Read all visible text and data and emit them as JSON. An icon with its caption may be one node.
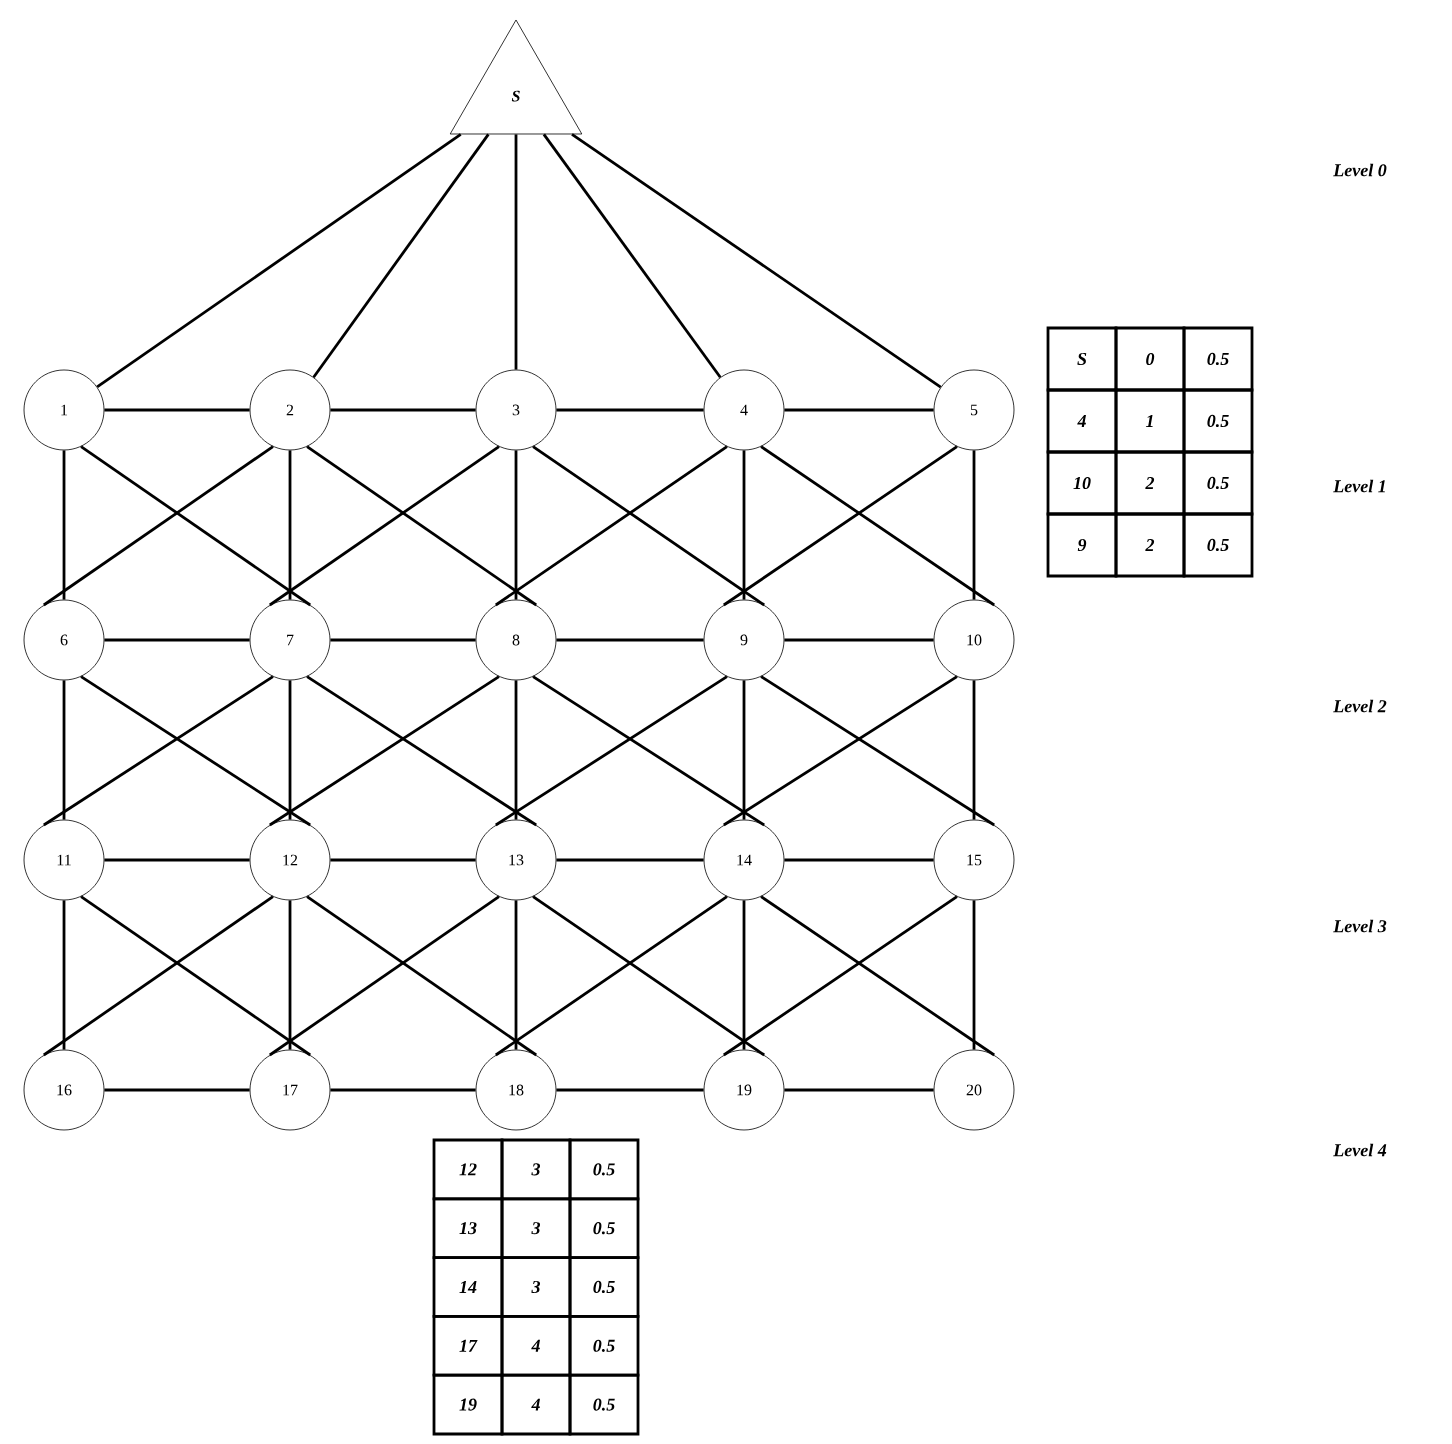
{
  "diagram": {
    "nodes": [
      {
        "text": [
          "S"
        ]
      },
      {
        "text": [
          "1"
        ]
      },
      {
        "text": [
          "2"
        ]
      },
      {
        "text": [
          "3"
        ]
      },
      {
        "text": [
          "4"
        ]
      },
      {
        "text": [
          "5"
        ]
      },
      {
        "text": [
          "6"
        ]
      },
      {
        "text": [
          "7"
        ]
      },
      {
        "text": [
          "8"
        ]
      },
      {
        "text": [
          "9"
        ]
      },
      {
        "text": [
          "10"
        ]
      },
      {
        "text": [
          "11"
        ]
      },
      {
        "text": [
          "12"
        ]
      },
      {
        "text": [
          "13"
        ]
      },
      {
        "text": [
          "14"
        ]
      },
      {
        "text": [
          "15"
        ]
      },
      {
        "text": [
          "16"
        ]
      },
      {
        "text": [
          "17"
        ]
      },
      {
        "text": [
          "18"
        ]
      },
      {
        "text": [
          "19"
        ]
      },
      {
        "text": [
          "20"
        ]
      }
    ],
    "edges": [
      {
        "from": 0,
        "to": 1,
        "arrow": "none"
      },
      {
        "from": 0,
        "to": 2,
        "arrow": "none"
      },
      {
        "from": 0,
        "to": 3,
        "arrow": "none"
      },
      {
        "from": 0,
        "to": 4,
        "arrow": "none"
      },
      {
        "from": 0,
        "to": 5,
        "arrow": "none"
      },
      {
        "from": 1,
        "to": 2,
        "arrow": "none"
      },
      {
        "from": 2,
        "to": 3,
        "arrow": "none"
      },
      {
        "from": 3,
        "to": 4,
        "arrow": "none"
      },
      {
        "from": 4,
        "to": 5,
        "arrow": "none"
      },
      {
        "from": 1,
        "to": 6,
        "arrow": "none"
      },
      {
        "from": 1,
        "to": 7,
        "arrow": "none"
      },
      {
        "from": 2,
        "to": 6,
        "arrow": "none"
      },
      {
        "from": 2,
        "to": 7,
        "arrow": "none"
      },
      {
        "from": 2,
        "to": 8,
        "arrow": "none"
      },
      {
        "from": 3,
        "to": 7,
        "arrow": "none"
      },
      {
        "from": 3,
        "to": 8,
        "arrow": "none"
      },
      {
        "from": 3,
        "to": 9,
        "arrow": "none"
      },
      {
        "from": 4,
        "to": 8,
        "arrow": "none"
      },
      {
        "from": 4,
        "to": 9,
        "arrow": "none"
      },
      {
        "from": 4,
        "to": 10,
        "arrow": "none"
      },
      {
        "from": 5,
        "to": 9,
        "arrow": "none"
      },
      {
        "from": 5,
        "to": 10,
        "arrow": "none"
      },
      {
        "from": 6,
        "to": 7,
        "arrow": "none"
      },
      {
        "from": 7,
        "to": 8,
        "arrow": "none"
      },
      {
        "from": 8,
        "to": 9,
        "arrow": "none"
      },
      {
        "from": 9,
        "to": 10,
        "arrow": "none"
      },
      {
        "from": 6,
        "to": 11,
        "arrow": "none"
      },
      {
        "from": 6,
        "to": 12,
        "arrow": "none"
      },
      {
        "from": 7,
        "to": 11,
        "arrow": "none"
      },
      {
        "from": 7,
        "to": 12,
        "arrow": "none"
      },
      {
        "from": 7,
        "to": 13,
        "arrow": "none"
      },
      {
        "from": 8,
        "to": 12,
        "arrow": "none"
      },
      {
        "from": 8,
        "to": 13,
        "arrow": "none"
      },
      {
        "from": 8,
        "to": 14,
        "arrow": "none"
      },
      {
        "from": 9,
        "to": 13,
        "arrow": "none"
      },
      {
        "from": 9,
        "to": 14,
        "arrow": "none"
      },
      {
        "from": 9,
        "to": 15,
        "arrow": "none"
      },
      {
        "from": 10,
        "to": 14,
        "arrow": "none"
      },
      {
        "from": 10,
        "to": 15,
        "arrow": "none"
      },
      {
        "from": 11,
        "to": 12,
        "arrow": "none"
      },
      {
        "from": 12,
        "to": 13,
        "arrow": "none"
      },
      {
        "from": 13,
        "to": 14,
        "arrow": "none"
      },
      {
        "from": 14,
        "to": 15,
        "arrow": "none"
      },
      {
        "from": 11,
        "to": 16,
        "arrow": "none"
      },
      {
        "from": 11,
        "to": 17,
        "arrow": "none"
      },
      {
        "from": 12,
        "to": 16,
        "arrow": "none"
      },
      {
        "from": 12,
        "to": 17,
        "arrow": "none"
      },
      {
        "from": 12,
        "to": 18,
        "arrow": "none"
      },
      {
        "from": 13,
        "to": 17,
        "arrow": "none"
      },
      {
        "from": 13,
        "to": 18,
        "arrow": "none"
      },
      {
        "from": 13,
        "to": 19,
        "arrow": "none"
      },
      {
        "from": 14,
        "to": 18,
        "arrow": "none"
      },
      {
        "from": 14,
        "to": 19,
        "arrow": "none"
      },
      {
        "from": 14,
        "to": 20,
        "arrow": "none"
      },
      {
        "from": 15,
        "to": 19,
        "arrow": "none"
      },
      {
        "from": 15,
        "to": 20,
        "arrow": "none"
      },
      {
        "from": 16,
        "to": 17,
        "arrow": "none"
      },
      {
        "from": 17,
        "to": 18,
        "arrow": "none"
      },
      {
        "from": 18,
        "to": 19,
        "arrow": "none"
      },
      {
        "from": 19,
        "to": 20,
        "arrow": "none"
      }
    ],
    "labels": [
      "Level 0",
      "S",
      "0",
      "0.5",
      "4",
      "1",
      "0.5",
      "10",
      "2",
      "0.5",
      "9",
      "2",
      "0.5",
      "Level 1",
      "Level 2",
      "Level 3",
      "Level 4",
      "12",
      "3",
      "0.5",
      "13",
      "3",
      "0.5",
      "14",
      "3",
      "0.5",
      "17",
      "4",
      "0.5",
      "19",
      "4",
      "0.5"
    ]
  }
}
